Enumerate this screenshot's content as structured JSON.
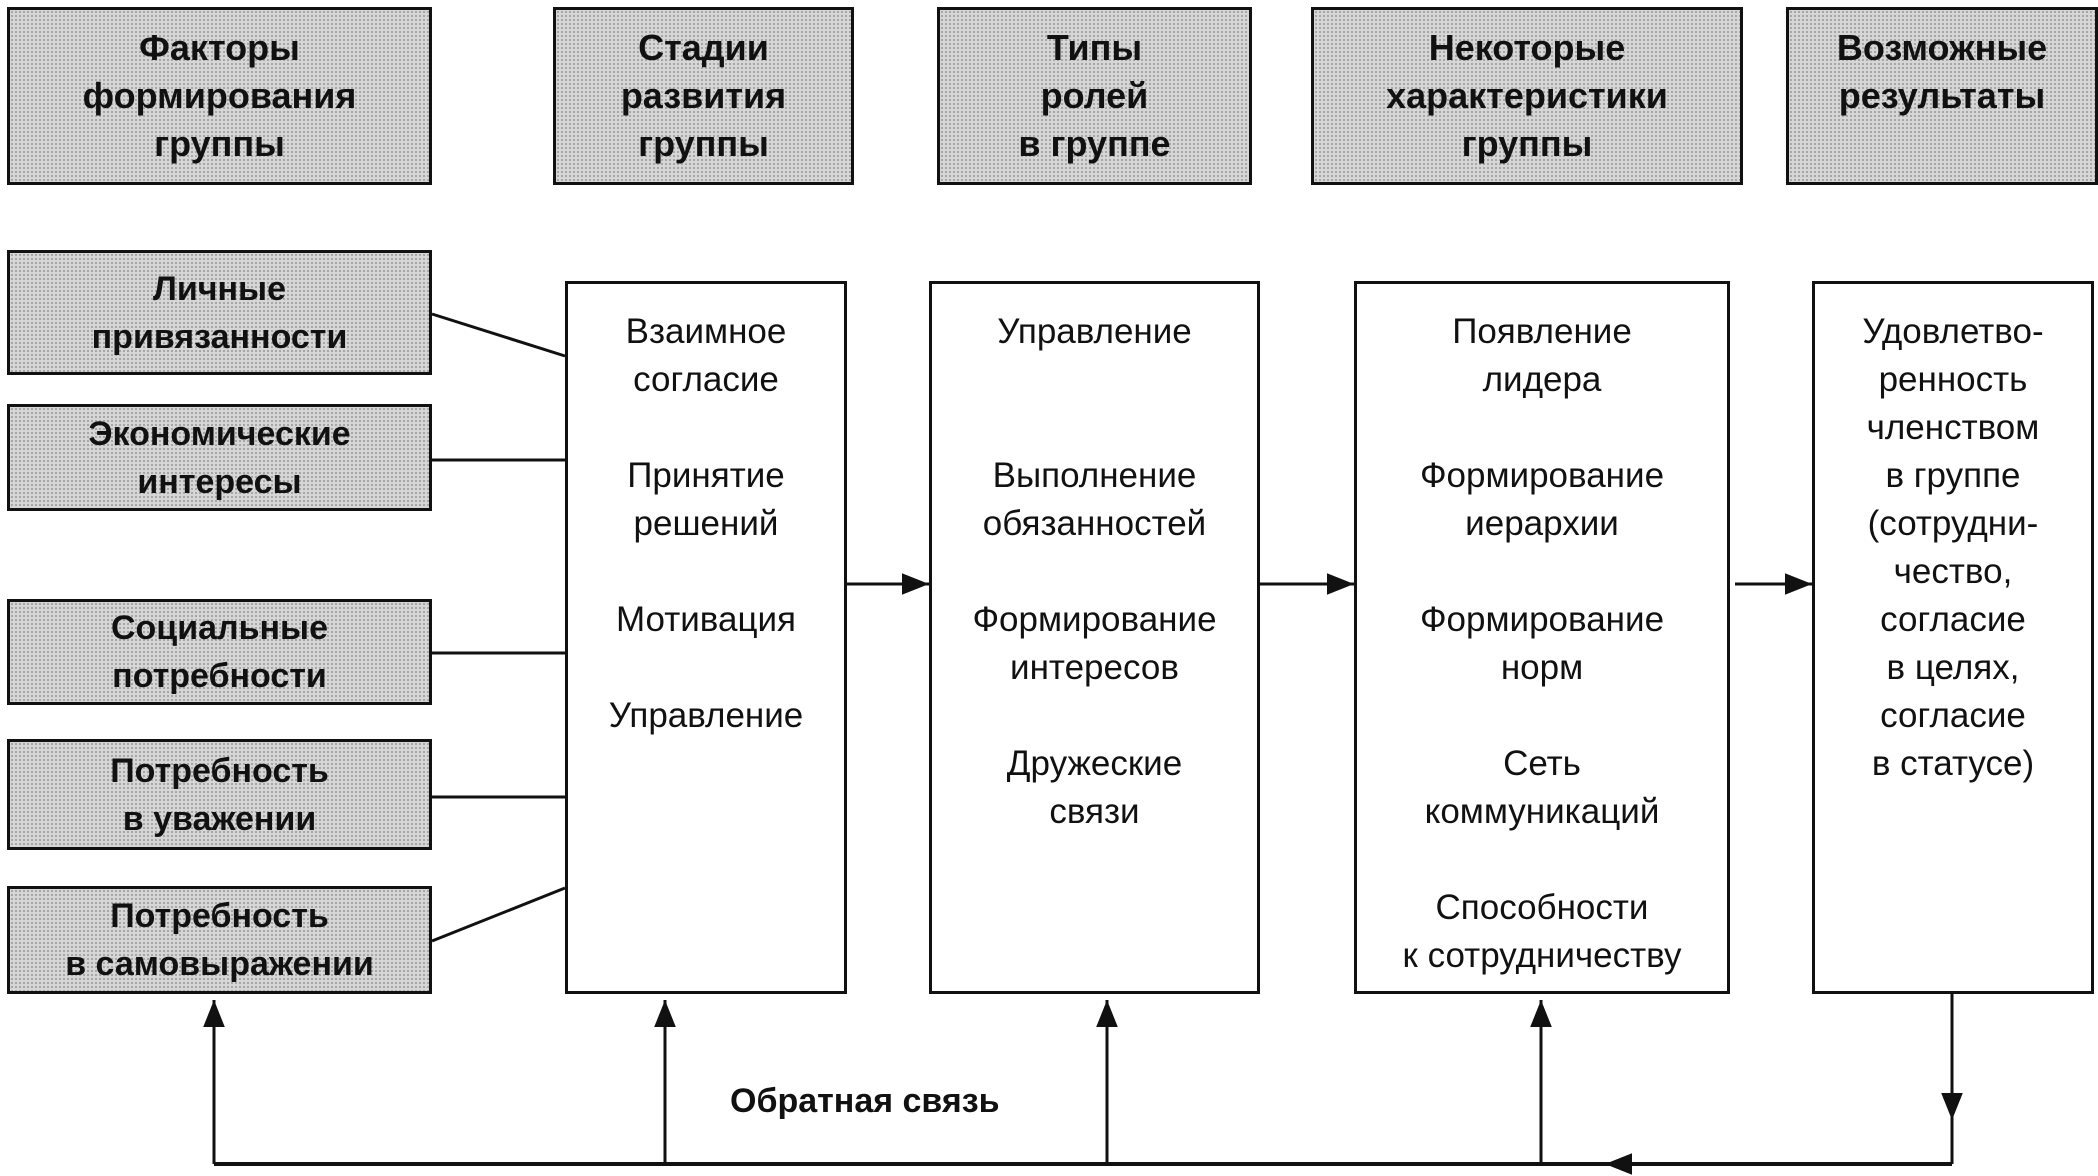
{
  "headers": [
    {
      "label": "Факторы\nформирования\nгруппы"
    },
    {
      "label": "Стадии\nразвития\nгруппы"
    },
    {
      "label": "Типы\nролей\nв группе"
    },
    {
      "label": "Некоторые\nхарактеристики\nгруппы"
    },
    {
      "label": "Возможные\nрезультаты"
    }
  ],
  "factors": [
    {
      "label": "Личные\nпривязанности"
    },
    {
      "label": "Экономические\nинтересы"
    },
    {
      "label": "Социальные\nпотребности"
    },
    {
      "label": "Потребность\nв уважении"
    },
    {
      "label": "Потребность\nв самовыражении"
    }
  ],
  "stages": [
    "Взаимное\nсогласие",
    "Принятие\nрешений",
    "Мотивация",
    "Управление"
  ],
  "roles": [
    "Управление",
    "Выполнение\nобязанностей",
    "Формирование\nинтересов",
    "Дружеские\nсвязи"
  ],
  "characteristics": [
    "Появление\nлидера",
    "Формирование\nиерархии",
    "Формирование\nнорм",
    "Сеть\nкоммуникаций",
    "Способности\nк сотрудничеству"
  ],
  "results": [
    "Удовлетво-\nренность\nчленством\nв группе\n(сотрудни-\nчество,\nсогласие\nв целях,\nсогласие\nв статусе)"
  ],
  "feedback": {
    "label": "Обратная связь"
  }
}
